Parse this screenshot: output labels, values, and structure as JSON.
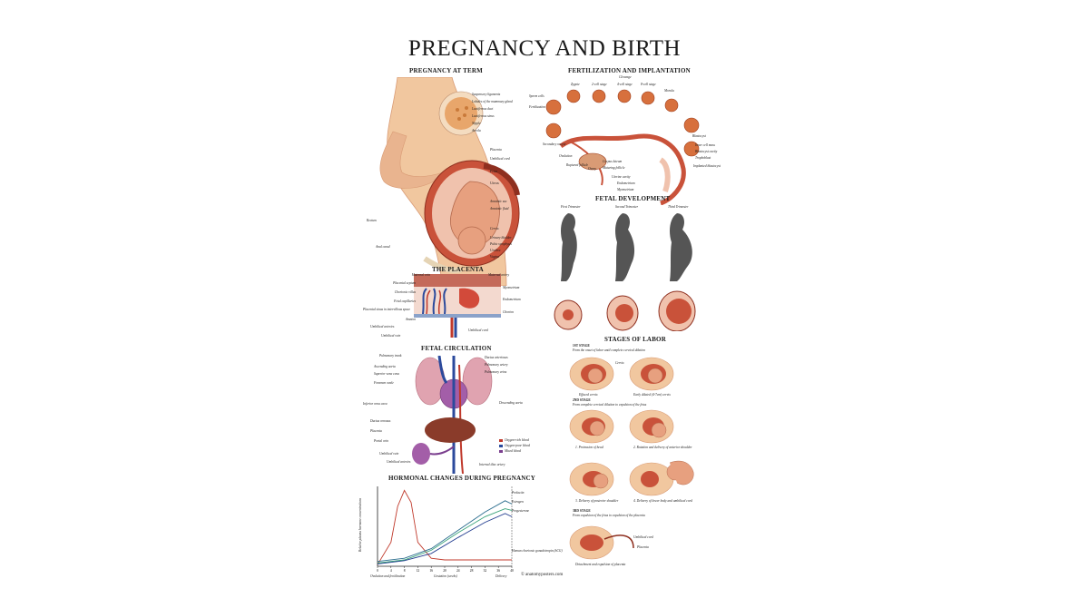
{
  "title": "PREGNANCY AND BIRTH",
  "sections": {
    "pregnancy_at_term": "PREGNANCY AT TERM",
    "fertilization": "FERTILIZATION AND IMPLANTATION",
    "fetal_development": "FETAL DEVELOPMENT",
    "placenta": "THE PLACENTA",
    "fetal_circulation": "FETAL CIRCULATION",
    "stages_of_labor": "STAGES OF LABOR",
    "hormonal_changes": "HORMONAL CHANGES DURING PREGNANCY"
  },
  "pregnancy_labels": {
    "right": [
      "Suspensory ligaments",
      "Lobules of the mammary gland",
      "Lactiferous duct",
      "Lactiferous sinus",
      "Nipple",
      "Areola",
      "Placenta",
      "Umbilical cord",
      "Fetus",
      "Uterus",
      "Amniotic sac",
      "Amniotic fluid",
      "Cervix",
      "Urinary bladder",
      "Pubic symphysis",
      "Urethra",
      "Vagina"
    ],
    "left": [
      "Rectum",
      "Anal canal"
    ]
  },
  "fertilization_labels": {
    "top": [
      "Zygote",
      "2-cell stage",
      "4-cell stage",
      "8-cell stage",
      "Morula"
    ],
    "top_group": "Cleavage",
    "left": [
      "Sperm cells",
      "Fertilization",
      "Secondary oocyte",
      "Ovulation",
      "Ruptured follicle"
    ],
    "bottom": [
      "Ovary",
      "Corpus luteum",
      "Maturing follicle",
      "Uterine cavity",
      "Endometrium",
      "Myometrium"
    ],
    "right": [
      "Blastocyst",
      "Inner cell mass",
      "Blastocyst cavity",
      "Trophoblast",
      "Implanted blastocyst"
    ]
  },
  "fetal_dev_labels": [
    "First Trimester",
    "Second Trimester",
    "Third Trimester"
  ],
  "placenta_labels": {
    "left": [
      "Maternal vein",
      "Placental septum",
      "Chorionic villus",
      "Fetal capillaries",
      "Placental sinus in intervillous space",
      "Amnion",
      "Umbilical arteries",
      "Umbilical vein"
    ],
    "right": [
      "Maternal artery",
      "Myometrium",
      "Endometrium",
      "Chorion",
      "Umbilical cord"
    ]
  },
  "circulation_labels": {
    "left": [
      "Pulmonary trunk",
      "Ascending aorta",
      "Superior vena cava",
      "Foramen ovale",
      "Inferior vena cava",
      "Ductus venosus",
      "Placenta",
      "Portal vein",
      "Umbilical vein",
      "Umbilical arteries"
    ],
    "right": [
      "Ductus arteriosus",
      "Pulmonary artery",
      "Pulmonary veins",
      "Descending aorta",
      "Internal iliac artery"
    ],
    "legend": [
      "Oxygen-rich blood",
      "Oxygen-poor blood",
      "Mixed blood"
    ]
  },
  "labor_labels": {
    "stage1": "1ST STAGE",
    "stage1_desc": "From the onset of labor until complete cervical dilation",
    "stage2": "2ND STAGE",
    "stage2_desc": "From complete cervical dilation to expulsion of the fetus",
    "stage3": "3RD STAGE",
    "stage3_desc": "From expulsion of the fetus to expulsion of the placenta",
    "captions": [
      "Cervix",
      "Effaced cervix",
      "Early dilated (4-7cm) cervix",
      "1. Protrusion of head",
      "2. Rotation and delivery of anterior shoulder",
      "3. Delivery of posterior shoulder",
      "4. Delivery of lower body and umbilical cord",
      "Umbilical cord",
      "Placenta",
      "Detachment and expulsion of placenta"
    ]
  },
  "hormone_chart_labels": {
    "series": [
      "Prolactin",
      "Estrogen",
      "Progesterone",
      "Human chorionic gonadotropin (hCG)"
    ],
    "xlabel": "Gestation (weeks)",
    "ylabel": "Relative plasma hormone concentrations",
    "ovulation": "Ovulation and fertilization",
    "delivery": "Delivery"
  },
  "chart_data": {
    "type": "line",
    "title": "HORMONAL CHANGES DURING PREGNANCY",
    "xlabel": "Gestation (weeks)",
    "ylabel": "Relative plasma hormone concentrations",
    "x_ticks": [
      0,
      4,
      8,
      12,
      16,
      20,
      24,
      28,
      32,
      36,
      40
    ],
    "xlim": [
      0,
      40
    ],
    "ylim": [
      0,
      1
    ],
    "series": [
      {
        "name": "Human chorionic gonadotropin (hCG)",
        "color": "#c0392b",
        "x": [
          0,
          4,
          6,
          8,
          10,
          12,
          16,
          20,
          40
        ],
        "y": [
          0.02,
          0.3,
          0.75,
          0.95,
          0.8,
          0.3,
          0.1,
          0.08,
          0.08
        ]
      },
      {
        "name": "Prolactin",
        "color": "#2c6e8f",
        "x": [
          0,
          8,
          16,
          24,
          32,
          38,
          40
        ],
        "y": [
          0.06,
          0.1,
          0.22,
          0.45,
          0.68,
          0.82,
          0.78
        ]
      },
      {
        "name": "Estrogen",
        "color": "#3aa37a",
        "x": [
          0,
          8,
          16,
          24,
          32,
          38,
          40
        ],
        "y": [
          0.04,
          0.08,
          0.2,
          0.42,
          0.62,
          0.72,
          0.7
        ]
      },
      {
        "name": "Progesterone",
        "color": "#223c8f",
        "x": [
          0,
          8,
          16,
          24,
          32,
          38,
          40
        ],
        "y": [
          0.03,
          0.07,
          0.16,
          0.36,
          0.55,
          0.66,
          0.62
        ]
      }
    ]
  },
  "colors": {
    "skin": "#f1c79f",
    "skin_shade": "#e2a983",
    "uterus": "#c9523a",
    "oxygen_rich": "#c0392b",
    "oxygen_poor": "#2b4a9c",
    "mixed": "#7a3e8e",
    "silhouette": "#555555"
  },
  "credit": "© anatomyposters.com"
}
